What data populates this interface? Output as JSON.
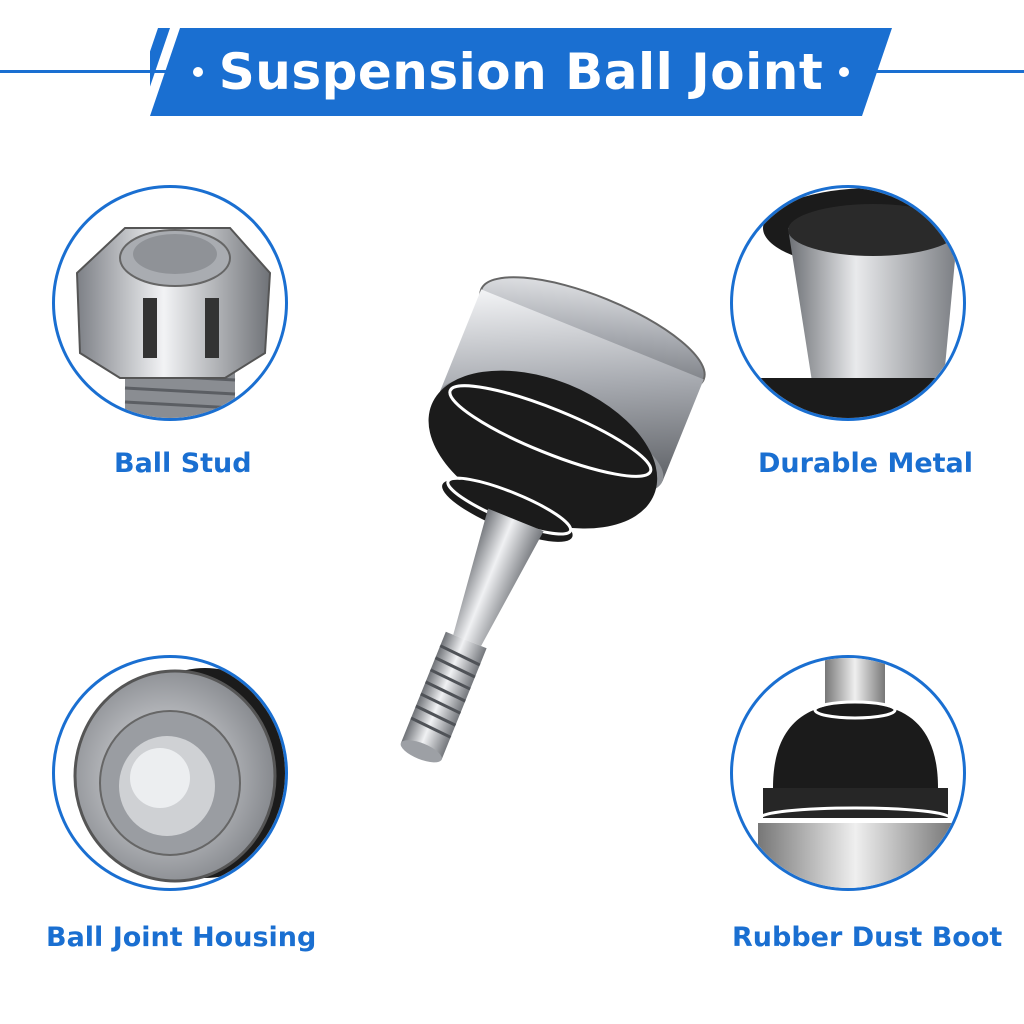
{
  "banner": {
    "title": "Suspension Ball Joint"
  },
  "callouts": [
    {
      "label": "Ball Stud"
    },
    {
      "label": "Durable Metal"
    },
    {
      "label": "Ball Joint Housing"
    },
    {
      "label": "Rubber Dust Boot"
    }
  ],
  "colors": {
    "accent": "#1a6fd1",
    "rubber": "#1b1b1b",
    "metal": "#b8bcc2"
  }
}
